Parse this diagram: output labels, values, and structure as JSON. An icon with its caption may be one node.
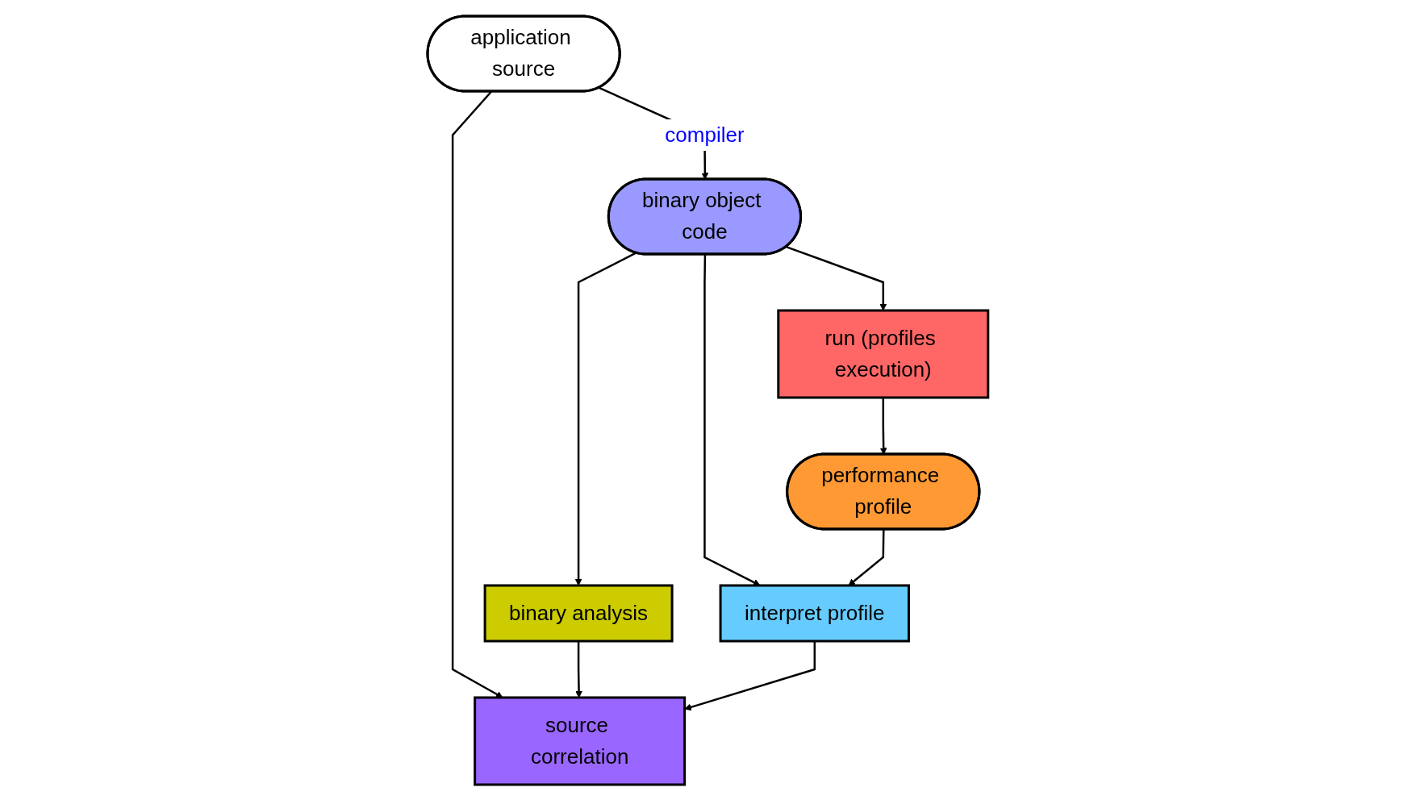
{
  "diagram": {
    "nodes": [
      {
        "text": [
          "application source"
        ]
      },
      {
        "text": [
          "binary object code"
        ]
      },
      {
        "text": [
          "binary analysis"
        ]
      },
      {
        "text": [
          "run (profiles execution)"
        ]
      },
      {
        "text": [
          "source correlation"
        ]
      },
      {
        "text": [
          "interpret profile"
        ]
      },
      {
        "text": [
          "performance profile"
        ]
      }
    ],
    "edges": [
      {
        "from": 0,
        "to": 1,
        "arrow": "to",
        "label": "compiler"
      },
      {
        "from": 0,
        "to": 4,
        "arrow": "to"
      },
      {
        "from": 1,
        "to": 2,
        "arrow": "to"
      },
      {
        "from": 1,
        "to": 5,
        "arrow": "to"
      },
      {
        "from": 1,
        "to": 3,
        "arrow": "to"
      },
      {
        "from": 3,
        "to": 6,
        "arrow": "to"
      },
      {
        "from": 6,
        "to": 5,
        "arrow": "to"
      },
      {
        "from": 2,
        "to": 4,
        "arrow": "to"
      },
      {
        "from": 5,
        "to": 4,
        "arrow": "to"
      }
    ]
  }
}
